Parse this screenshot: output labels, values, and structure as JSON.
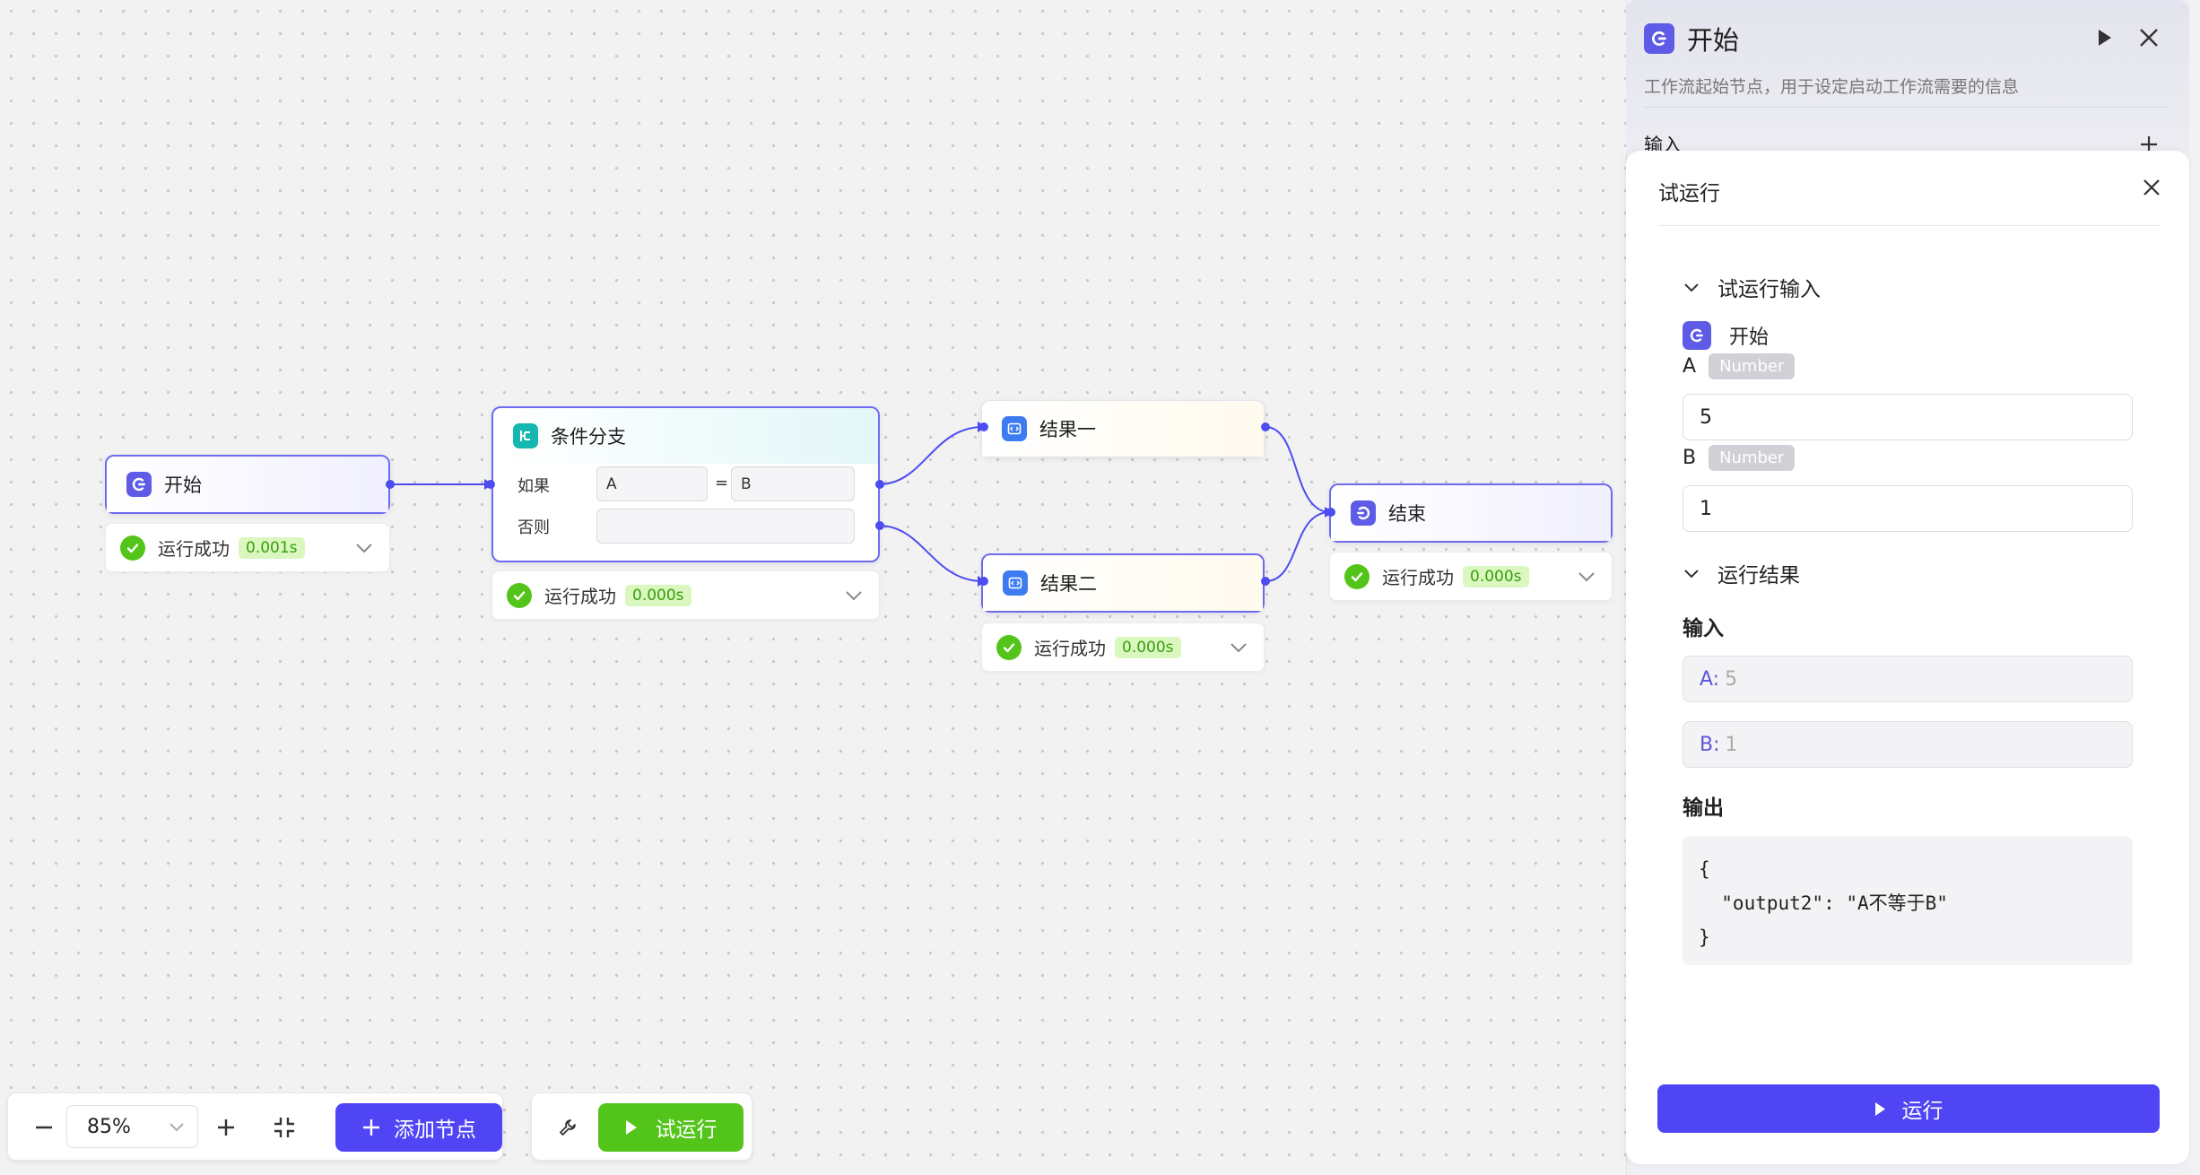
{
  "canvas": {
    "nodes": {
      "start": {
        "title": "开始",
        "status": "运行成功",
        "time": "0.001s"
      },
      "condition": {
        "title": "条件分支",
        "if_label": "如果",
        "left_operand": "A",
        "operator": "=",
        "right_operand": "B",
        "else_label": "否则",
        "status": "运行成功",
        "time": "0.000s"
      },
      "result1": {
        "title": "结果一"
      },
      "result2": {
        "title": "结果二",
        "status": "运行成功",
        "time": "0.000s"
      },
      "end": {
        "title": "结束",
        "status": "运行成功",
        "time": "0.000s"
      }
    }
  },
  "toolbar": {
    "zoom": "85%",
    "add_node": "添加节点",
    "test_run": "试运行"
  },
  "start_panel": {
    "title": "开始",
    "description": "工作流起始节点，用于设定启动工作流需要的信息",
    "input_label": "输入"
  },
  "drawer": {
    "title": "试运行",
    "input_section": "试运行输入",
    "input_node": "开始",
    "vars": [
      {
        "name": "A",
        "type": "Number",
        "value": "5"
      },
      {
        "name": "B",
        "type": "Number",
        "value": "1"
      }
    ],
    "result_section": "运行结果",
    "result_input_label": "输入",
    "result_inputs": [
      {
        "key": "A:",
        "value": "5"
      },
      {
        "key": "B:",
        "value": "1"
      }
    ],
    "output_label": "输出",
    "output_lines": [
      "{",
      "  \"output2\": \"A不等于B\"",
      "}"
    ],
    "run_button": "运行"
  },
  "colors": {
    "accent": "#4f45f5",
    "success": "#52c41a",
    "edge": "#4c4cf0"
  }
}
